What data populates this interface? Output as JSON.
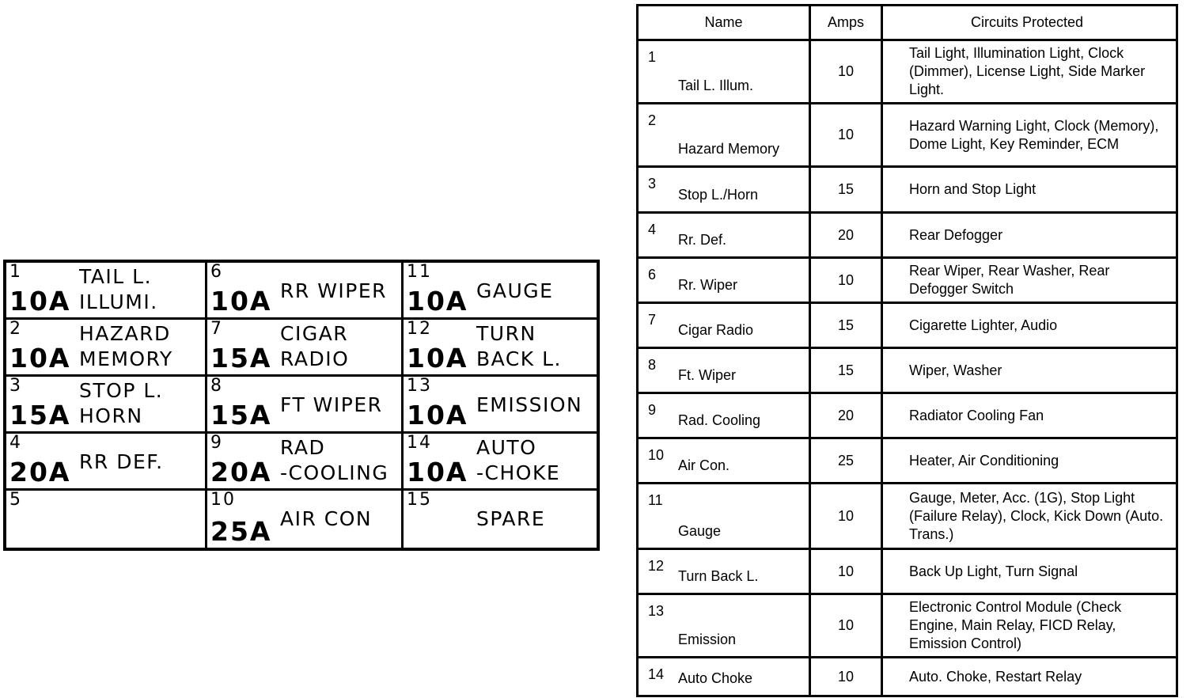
{
  "fuse_box": {
    "cells": [
      {
        "num": "1",
        "amp": "10A",
        "line1": "TAIL L.",
        "line2": "ILLUMI."
      },
      {
        "num": "6",
        "amp": "10A",
        "center": "RR WIPER"
      },
      {
        "num": "11",
        "amp": "10A",
        "center": "GAUGE"
      },
      {
        "num": "2",
        "amp": "10A",
        "line1": "HAZARD",
        "line2": "MEMORY"
      },
      {
        "num": "7",
        "amp": "15A",
        "line1": "CIGAR",
        "line2": "RADIO"
      },
      {
        "num": "12",
        "amp": "10A",
        "line1": "TURN",
        "line2": "BACK L."
      },
      {
        "num": "3",
        "amp": "15A",
        "line1": "STOP L.",
        "line2": "HORN"
      },
      {
        "num": "8",
        "amp": "15A",
        "center": "FT WIPER"
      },
      {
        "num": "13",
        "amp": "10A",
        "center": "EMISSION"
      },
      {
        "num": "4",
        "amp": "20A",
        "center": "RR DEF."
      },
      {
        "num": "9",
        "amp": "20A",
        "line1": "RAD",
        "line2": "-COOLING"
      },
      {
        "num": "14",
        "amp": "10A",
        "line1": "AUTO",
        "line2": "-CHOKE"
      },
      {
        "num": "5"
      },
      {
        "num": "10",
        "amp": "25A",
        "center": "AIR CON"
      },
      {
        "num": "15",
        "center": "SPARE"
      }
    ]
  },
  "fuse_table": {
    "headers": {
      "name": "Name",
      "amps": "Amps",
      "circuits": "Circuits Protected"
    },
    "rows": [
      {
        "num": "1",
        "name": "Tail L. Illum.",
        "amps": "10",
        "circuits": "Tail Light, Illumination Light, Clock (Dimmer), License Light, Side Marker Light."
      },
      {
        "num": "2",
        "name": "Hazard Memory",
        "amps": "10",
        "circuits": "Hazard Warning Light, Clock (Memory), Dome Light, Key Reminder, ECM"
      },
      {
        "num": "3",
        "name": "Stop L./Horn",
        "amps": "15",
        "circuits": "Horn and Stop Light"
      },
      {
        "num": "4",
        "name": "Rr. Def.",
        "amps": "20",
        "circuits": "Rear Defogger"
      },
      {
        "num": "6",
        "name": "Rr. Wiper",
        "amps": "10",
        "circuits": "Rear Wiper, Rear Washer, Rear Defogger Switch"
      },
      {
        "num": "7",
        "name": "Cigar Radio",
        "amps": "15",
        "circuits": "Cigarette Lighter, Audio"
      },
      {
        "num": "8",
        "name": "Ft. Wiper",
        "amps": "15",
        "circuits": "Wiper, Washer"
      },
      {
        "num": "9",
        "name": "Rad. Cooling",
        "amps": "20",
        "circuits": "Radiator Cooling Fan"
      },
      {
        "num": "10",
        "name": "Air Con.",
        "amps": "25",
        "circuits": "Heater, Air Conditioning"
      },
      {
        "num": "11",
        "name": "Gauge",
        "amps": "10",
        "circuits": "Gauge, Meter, Acc. (1G), Stop Light (Failure Relay), Clock, Kick Down (Auto. Trans.)"
      },
      {
        "num": "12",
        "name": "Turn Back L.",
        "amps": "10",
        "circuits": "Back Up Light, Turn Signal"
      },
      {
        "num": "13",
        "name": "Emission",
        "amps": "10",
        "circuits": "Electronic Control Module (Check Engine, Main Relay, FICD Relay, Emission Control)"
      },
      {
        "num": "14",
        "name": "Auto Choke",
        "amps": "10",
        "circuits": "Auto. Choke, Restart Relay"
      }
    ]
  }
}
